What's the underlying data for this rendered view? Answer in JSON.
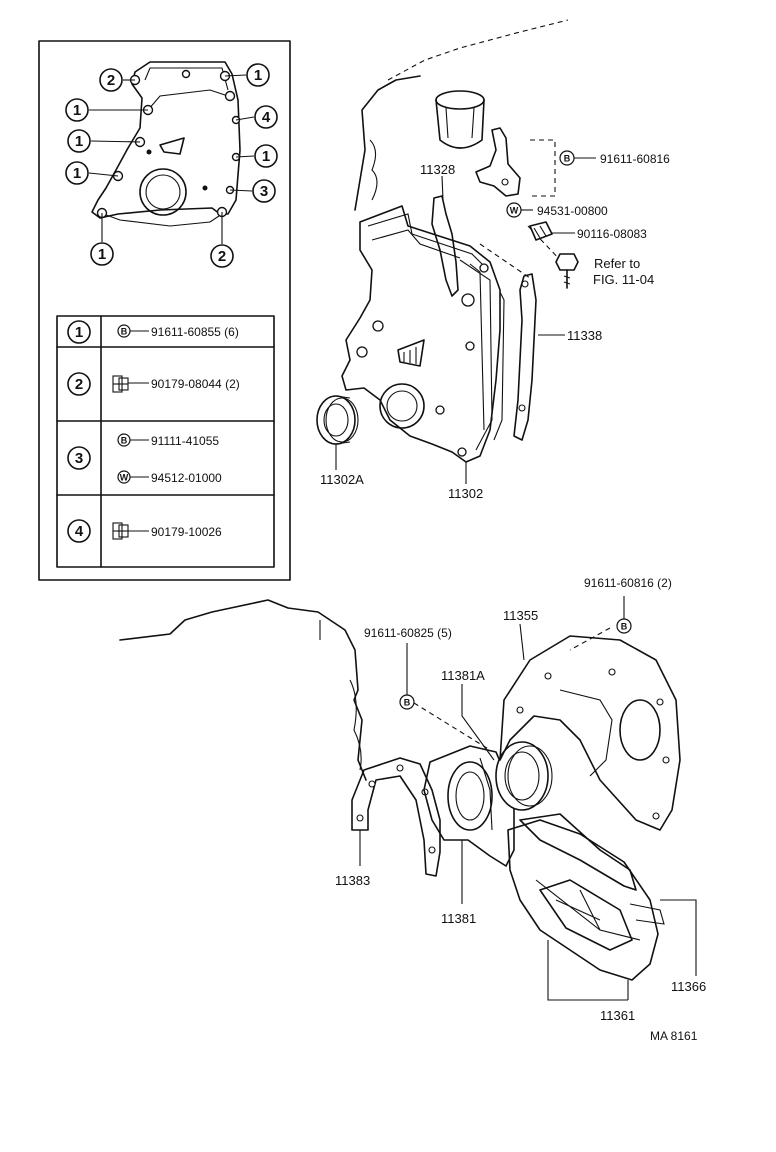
{
  "top_labels": {
    "bolt_91611_60816": "91611-60816",
    "washer_94531_00800": "94531-00800",
    "sensor_90116_08083": "90116-08083",
    "refer_to": "Refer to",
    "refer_fig": "FIG. 11-04",
    "p11328": "11328",
    "p11338": "11338",
    "p11302A": "11302A",
    "p11302": "11302"
  },
  "bottom_labels": {
    "bolt_91611_60816_2": "91611-60816 (2)",
    "bolt_91611_60825_5": "91611-60825 (5)",
    "p11355": "11355",
    "p11381A": "11381A",
    "p11383": "11383",
    "p11381": "11381",
    "p11366": "11366",
    "p11361": "11361",
    "drawing_code": "MA  8161"
  },
  "inset": {
    "callouts": {
      "c_top_left": "2",
      "c_left_1": "1",
      "c_left_2": "1",
      "c_left_3": "1",
      "c_bottom_left": "1",
      "c_top_right": "1",
      "c_right_4": "4",
      "c_right_1": "1",
      "c_right_3": "3",
      "c_bottom_right": "2"
    },
    "legend_rows": [
      {
        "key": "1",
        "items": [
          {
            "badge": "B",
            "part": "91611-60855 (6)"
          }
        ]
      },
      {
        "key": "2",
        "items": [
          {
            "badge": "",
            "part": "90179-08044 (2)"
          }
        ]
      },
      {
        "key": "3",
        "items": [
          {
            "badge": "B",
            "part": "91111-41055"
          },
          {
            "badge": "W",
            "part": "94512-01000"
          }
        ]
      },
      {
        "key": "4",
        "items": [
          {
            "badge": "",
            "part": "90179-10026"
          }
        ]
      }
    ]
  },
  "badges": {
    "bolt": "B",
    "washer": "W"
  }
}
